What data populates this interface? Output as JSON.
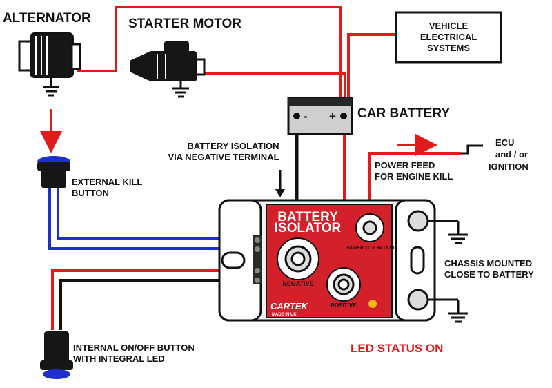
{
  "labels": {
    "alternator": "ALTERNATOR",
    "starter_motor": "STARTER MOTOR",
    "vehicle_systems": [
      "VEHICLE",
      "ELECTRICAL",
      "SYSTEMS"
    ],
    "car_battery": "CAR BATTERY",
    "battery_neg": "-",
    "battery_pos": "+",
    "ecu": [
      "ECU",
      "and / or",
      "IGNITION"
    ],
    "power_feed": [
      "POWER FEED",
      "FOR ENGINE KILL"
    ],
    "battery_isolation": [
      "BATTERY ISOLATION",
      "VIA NEGATIVE TERMINAL"
    ],
    "external_kill": [
      "EXTERNAL KILL",
      "BUTTON"
    ],
    "chassis_mounted": [
      "CHASSIS MOUNTED",
      "CLOSE TO BATTERY"
    ],
    "internal_button": [
      "INTERNAL ON/OFF BUTTON",
      "WITH INTEGRAL LED"
    ],
    "led_status": "LED STATUS ON"
  },
  "isolator": {
    "title": [
      "BATTERY",
      "ISOLATOR"
    ],
    "negative_terminal": "NEGATIVE",
    "positive_terminal": "POSITIVE",
    "power_terminal": "POWER TO IGNITION",
    "brand": "CARTEK",
    "tagline": "MADE IN UK"
  },
  "colors": {
    "red_wire": "#e11b1b",
    "blue_wire": "#1e2fd0",
    "black_wire": "#111111",
    "isolator_red": "#d4202a",
    "led_yellow": "#f2b51c",
    "led_status_text": "#e01919"
  }
}
